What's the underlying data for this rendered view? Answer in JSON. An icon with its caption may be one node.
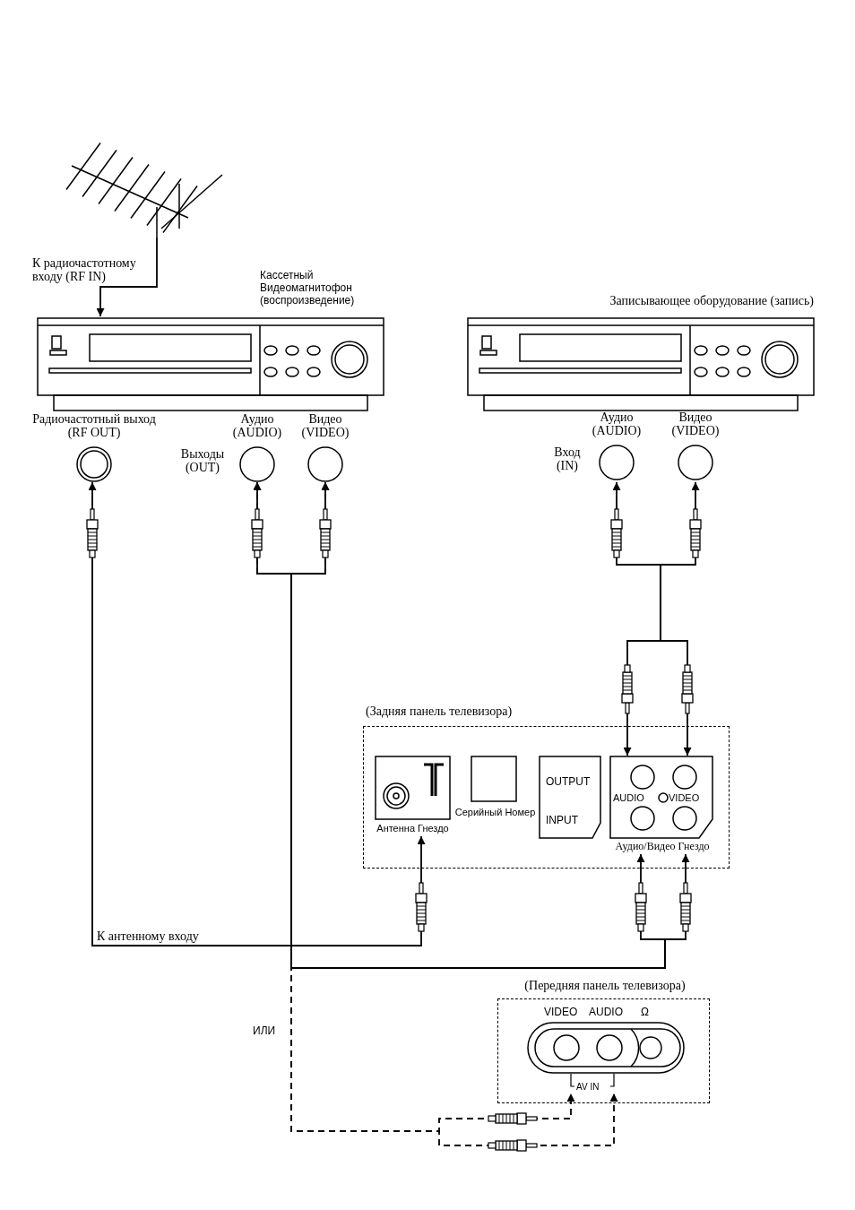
{
  "diagram": {
    "nodes": [
      {
        "text": [],
        "shape": "picture"
      },
      {
        "text": [
          "Кассетный Видеомагнитофон (воспроизведение)"
        ]
      },
      {
        "text": [
          "Радиочастотный выход (RF OUT)"
        ]
      },
      {
        "text": [
          "Аудио (AUDIO)"
        ]
      },
      {
        "text": [
          "Видео (VIDEO)"
        ]
      },
      {
        "text": [
          "Записывающее оборудование (запись)"
        ]
      },
      {
        "text": [
          "Аудио (AUDIO)"
        ]
      },
      {
        "text": [
          "Видео (VIDEO)"
        ]
      },
      {
        "text": [
          "(Задняя панель телевизора)"
        ]
      },
      {
        "text": [
          "Антенна Гнездо"
        ],
        "in": 8
      },
      {
        "text": [
          "Серийный Номер"
        ],
        "in": 8
      },
      {
        "text": [
          "OUTPUT",
          "INPUT"
        ],
        "in": 8
      },
      {
        "text": [
          "AUDIO",
          "VIDEO",
          "Аудио/Видео Гнездо"
        ],
        "in": 8
      },
      {
        "text": [
          "(Передняя панель телевизора)"
        ]
      },
      {
        "text": [
          "VIDEO",
          "AUDIO",
          "Ω",
          "AV IN"
        ],
        "in": 13
      }
    ],
    "edges": [
      {
        "from": 0,
        "to": 1,
        "arrow": "to",
        "label": "К радиочастотному входу (RF IN)"
      },
      {
        "from": 2,
        "to": 9,
        "arrow": "both",
        "label": "К антенному входу"
      },
      {
        "from": 3,
        "to": 12,
        "arrow": "both"
      },
      {
        "from": 4,
        "to": 12,
        "arrow": "both"
      },
      {
        "from": 3,
        "to": 14,
        "arrow": "both",
        "style": "dashed"
      },
      {
        "from": 4,
        "to": 14,
        "arrow": "both",
        "style": "dashed"
      },
      {
        "from": 6,
        "to": 12,
        "arrow": "both"
      },
      {
        "from": 7,
        "to": 12,
        "arrow": "both"
      }
    ],
    "labels": [
      "Выходы (OUT)",
      "Вход (IN)",
      "ИЛИ"
    ]
  }
}
